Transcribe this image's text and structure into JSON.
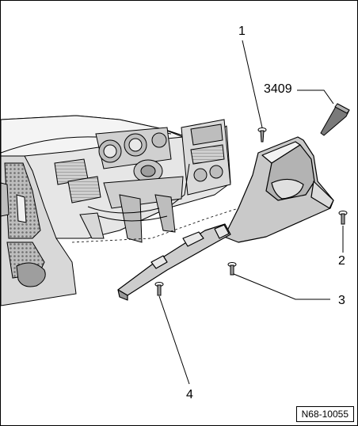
{
  "callouts": {
    "c1": "1",
    "c2": "2",
    "c3": "3",
    "c4": "4",
    "tool": "3409"
  },
  "reference": "N68-10055",
  "icons": [
    "screw-icon",
    "clip-icon",
    "wedge-tool-icon"
  ]
}
